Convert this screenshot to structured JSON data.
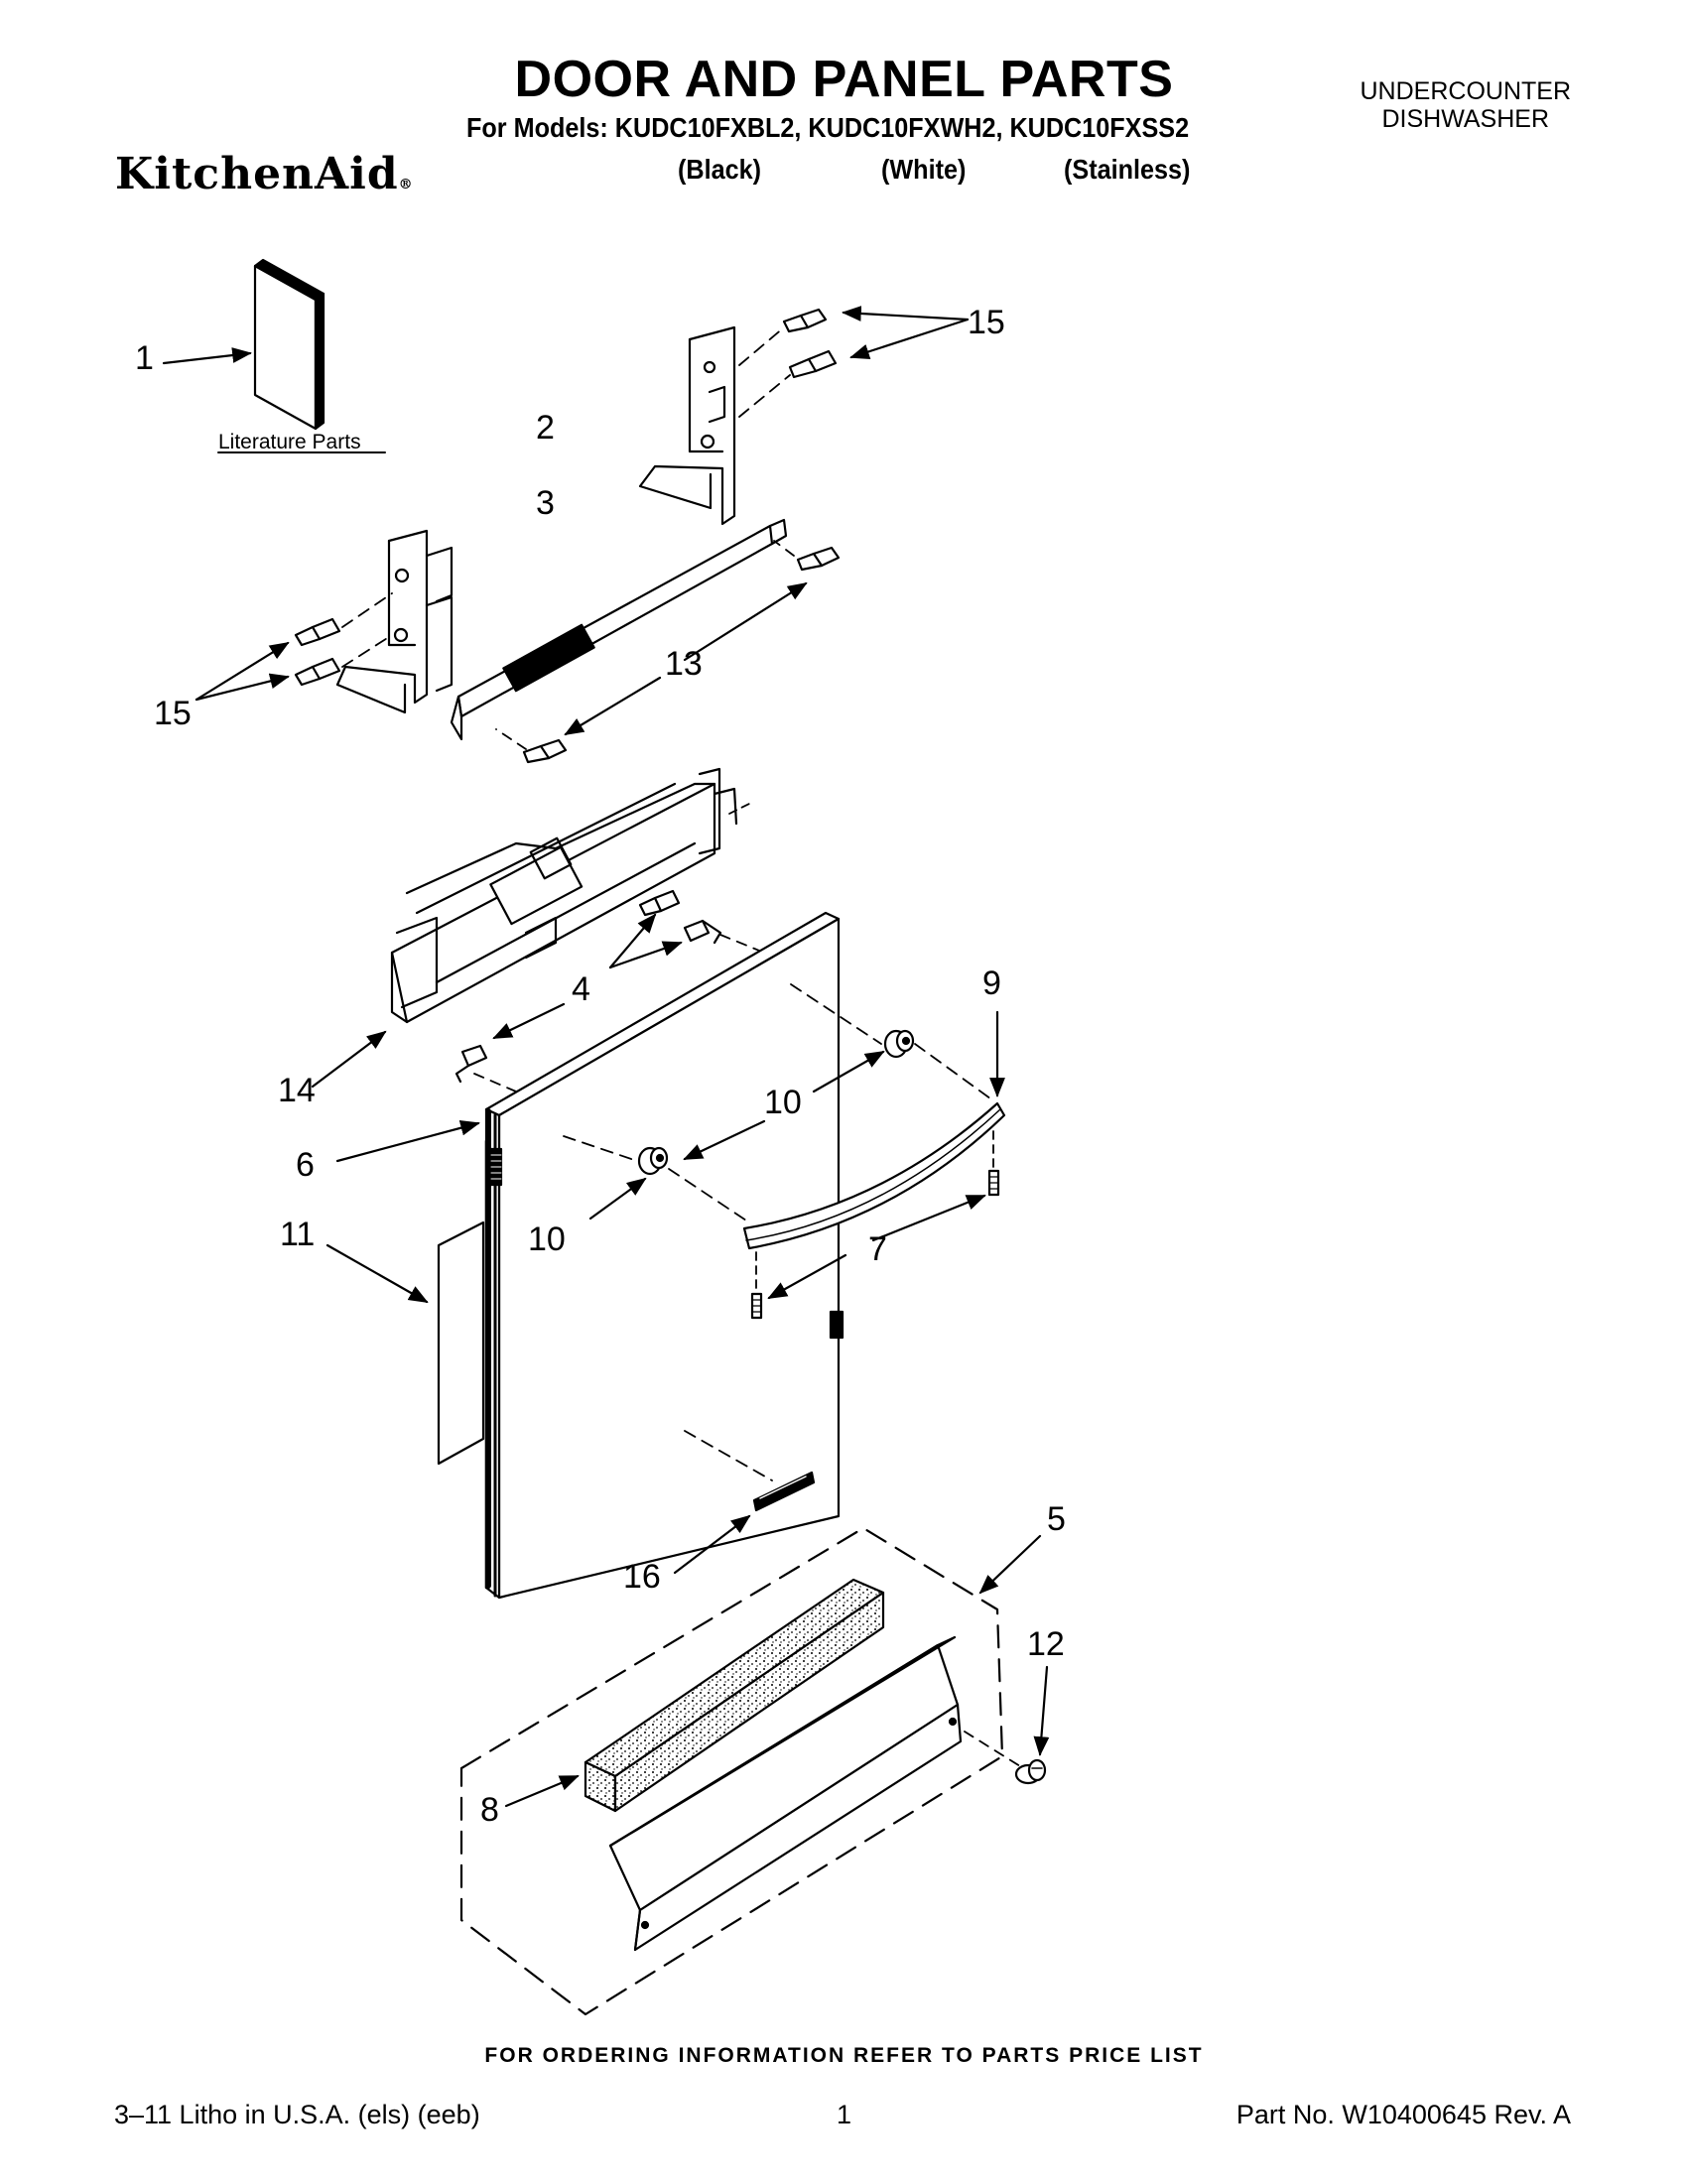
{
  "header": {
    "title": "DOOR AND PANEL PARTS",
    "models_line": "For Models: KUDC10FXBL2, KUDC10FXWH2, KUDC10FXSS2",
    "variants": [
      "(Black)",
      "(White)",
      "(Stainless)"
    ],
    "category_line1": "UNDERCOUNTER",
    "category_line2": "DISHWASHER",
    "brand": "KitchenAid",
    "brand_mark": "®"
  },
  "diagram": {
    "literature_label": "Literature Parts",
    "callouts": [
      "1",
      "2",
      "3",
      "4",
      "5",
      "6",
      "7",
      "8",
      "9",
      "10",
      "10",
      "11",
      "12",
      "13",
      "14",
      "15",
      "15",
      "16"
    ]
  },
  "footer": {
    "ordering_note": "FOR ORDERING INFORMATION REFER TO PARTS PRICE LIST",
    "print_info": "3–11 Litho in U.S.A. (els) (eeb)",
    "page_number": "1",
    "part_number": "Part No. W10400645 Rev. A"
  },
  "colors": {
    "ink": "#000000",
    "paper": "#ffffff"
  }
}
